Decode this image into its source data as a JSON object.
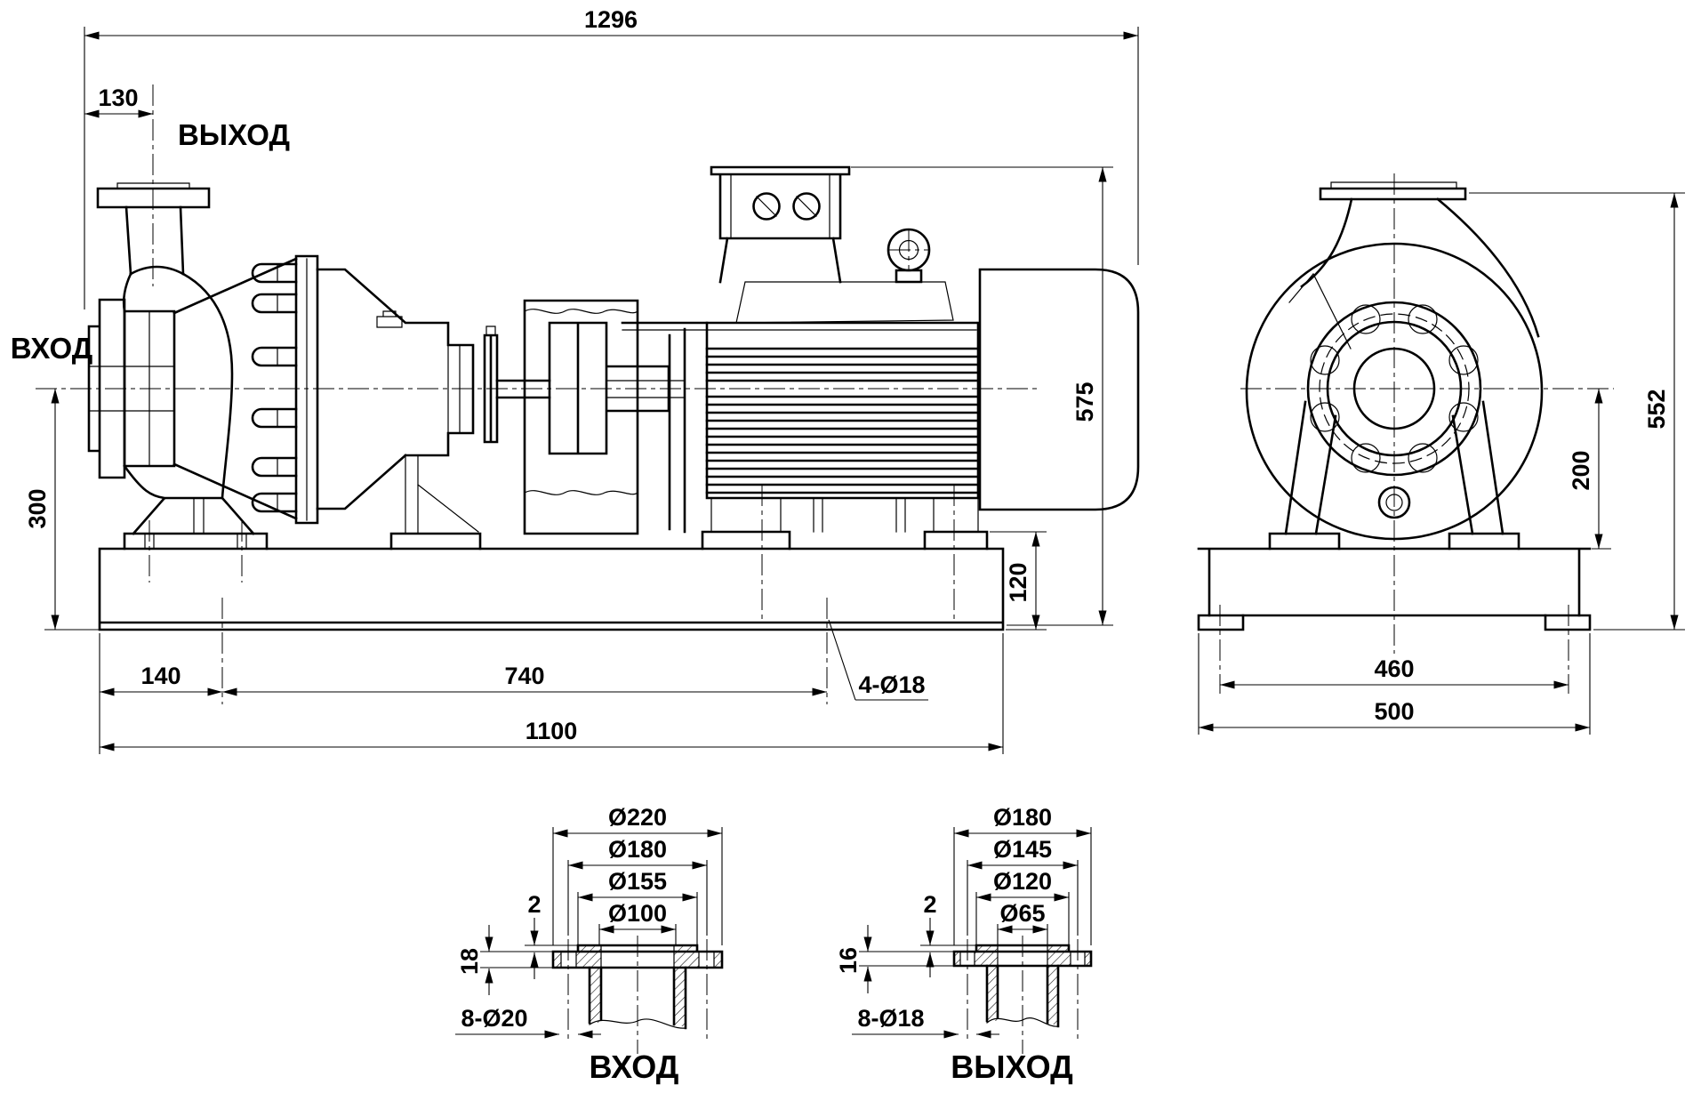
{
  "drawing": {
    "labels": {
      "inlet": "ВХОД",
      "outlet": "ВЫХОД"
    },
    "main_view": {
      "dim_overall_length": "1296",
      "dim_outlet_offset": "130",
      "dim_motor_top_height": "575",
      "dim_axis_height": "300",
      "dim_base_height": "120",
      "dim_hole_offset": "140",
      "dim_hole_spacing": "740",
      "dim_base_holes": "4-Ø18",
      "dim_base_length": "1100"
    },
    "side_view": {
      "dim_overall_height": "552",
      "dim_axis_to_base": "200",
      "dim_foot_spacing": "460",
      "dim_base_width": "500"
    },
    "inlet_flange": {
      "title": "ВХОД",
      "dim_od": "Ø220",
      "dim_bolt_circle": "Ø180",
      "dim_raised_face": "Ø155",
      "dim_bore": "Ø100",
      "dim_rf_height": "2",
      "dim_thickness": "18",
      "dim_holes": "8-Ø20"
    },
    "outlet_flange": {
      "title": "ВЫХОД",
      "dim_od": "Ø180",
      "dim_bolt_circle": "Ø145",
      "dim_raised_face": "Ø120",
      "dim_bore": "Ø65",
      "dim_rf_height": "2",
      "dim_thickness": "16",
      "dim_holes": "8-Ø18"
    }
  }
}
